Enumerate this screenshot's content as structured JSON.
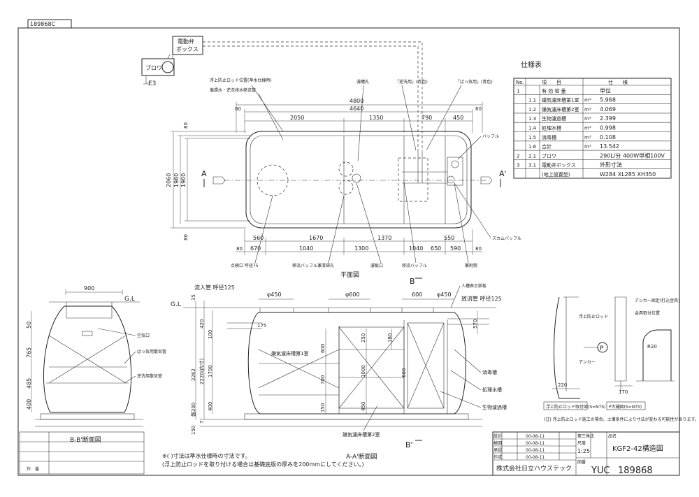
{
  "sheet": {
    "corner_code": "189868C",
    "ground_label_left": "G.L",
    "ground_label_section": "G.L"
  },
  "control": {
    "box_line1": "電動弁",
    "box_line2": "ボックス",
    "blower": "ブロワ",
    "earth": "E3"
  },
  "plan": {
    "title": "平面図",
    "dims_top": {
      "total": "4800",
      "inner": "4640",
      "left_margin": "80",
      "right_margin": "80",
      "segments": [
        "2050",
        "1350",
        "790",
        "450"
      ]
    },
    "dims_bottom": {
      "segments": [
        "560",
        "1670",
        "1370",
        "550"
      ],
      "segments2": [
        "670",
        "1040",
        "1300",
        "1040",
        "650",
        "590"
      ],
      "margins": [
        "80",
        "80"
      ]
    },
    "dims_side": {
      "total": "2060",
      "outer": "1980",
      "inner": "1900",
      "top": "80",
      "bottom": "80"
    },
    "section_a_left": "A",
    "section_a_right": "A'",
    "section_b_top": "B",
    "section_b_bottom": "B'",
    "labels_top": [
      "浮上防止ロッド位置(準水仕様時)",
      "循環水・逆洗排水移送管",
      "濾槽孔",
      "「逆洗用」(赤色)",
      "「ばっ気用」(青色)"
    ],
    "label_baffle": "バッフル",
    "label_scum_baffle": "スカムバッフル",
    "labels_bottom": [
      "点検口 呼径75",
      "移流バッフル兼清掃孔",
      "濾板口",
      "移流バッフル",
      "薬剤筒"
    ]
  },
  "spec": {
    "title": "仕様表",
    "headers": {
      "no": "No.",
      "item": "項　　目",
      "spec": "仕　　様"
    },
    "rows": [
      {
        "no": "1",
        "sub": "",
        "item": "有 効 容 量",
        "unit": "",
        "value": "単位"
      },
      {
        "no": "",
        "sub": "1.1",
        "item": "嫌気濾床槽第1室",
        "unit": "m³",
        "value": "5.968"
      },
      {
        "no": "",
        "sub": "1.2",
        "item": "嫌気濾床槽第2室",
        "unit": "m³",
        "value": "4.069"
      },
      {
        "no": "",
        "sub": "1.3",
        "item": "生物濾過槽",
        "unit": "m³",
        "value": "2.399"
      },
      {
        "no": "",
        "sub": "1.4",
        "item": "処理水槽",
        "unit": "m³",
        "value": "0.998"
      },
      {
        "no": "",
        "sub": "1.5",
        "item": "消毒槽",
        "unit": "m³",
        "value": "0.108"
      },
      {
        "no": "",
        "sub": "1.6",
        "item": "合計",
        "unit": "m³",
        "value": "13.542"
      },
      {
        "no": "2",
        "sub": "2.1",
        "item": "ブロワ",
        "unit": "",
        "value": "290L/分 400W単相100V"
      },
      {
        "no": "3",
        "sub": "3.1",
        "item": "電動弁ボックス",
        "unit": "",
        "value": "外形寸法"
      },
      {
        "no": "",
        "sub": "",
        "item": "(地上設置型)",
        "unit": "",
        "value": "W284 XL285 XH350"
      }
    ]
  },
  "section_b": {
    "title": "B-B'断面図",
    "width": "900",
    "dims": [
      "50",
      "765",
      "485",
      "400"
    ],
    "labels": [
      "空気口",
      "ばっ気用散気管",
      "逆洗用散気管"
    ]
  },
  "section_a": {
    "title": "A-A'断面図",
    "inlet": "流入管 呼径125",
    "outlet": "放流管 呼径125",
    "manhole_label": "人槽表示鋲板",
    "openings": [
      "φ450",
      "φ600",
      "600",
      "φ450"
    ],
    "dims_left": [
      "35",
      "420",
      "100",
      "1700",
      "2220(内寸)",
      "2262",
      "400",
      "盤200",
      "7",
      "150"
    ],
    "dims_inner": [
      "175",
      "600",
      "700",
      "1000",
      "250",
      "450",
      "150",
      "180",
      "600"
    ],
    "dim_right": "570",
    "label_ch1": "嫌気濾床槽第1室",
    "label_ch2": "嫌気濾床槽第2室",
    "labels_right": [
      "消毒槽",
      "処理水槽",
      "生物濾過槽"
    ]
  },
  "details": {
    "left_title": "浮上防止ロッド取付図(S=NTS)",
    "right_title": "P大樋図(S=NTS)",
    "left_labels": [
      "浮上防止ロッド",
      "アンカー",
      "220"
    ],
    "right_labels": [
      "アンカー固定(打込金具)",
      "金具取付位置",
      "R20",
      "170"
    ],
    "marker": "P",
    "note": "(注) 浮上防止ロッド施工の場合、土壌条件により寸法が変わる可能性があります。"
  },
  "notes": {
    "line1": "※( )寸法は準水仕様時の寸法です。",
    "line2": "(浮上防止ロッドを取り付ける場合は基礎底版の厚みを200mmにしてください。)"
  },
  "title_block": {
    "rows": [
      {
        "role": "設計",
        "name": "00-08-11"
      },
      {
        "role": "検図",
        "name": "00-08-11"
      },
      {
        "role": "承認",
        "name": "00-08-11"
      },
      {
        "role": "作成",
        "name": "00-08-11"
      }
    ],
    "drawing_title": "KGF2-42構造図",
    "scale_label": "尺度",
    "scale": "1:25",
    "projection": "第三角法",
    "company": "株式会社日立ハウステック",
    "drawing_no_prefix": "YUC",
    "drawing_no": "189868",
    "sheet_label": "図番",
    "product_label": "品名",
    "approval_label": "作　番"
  }
}
